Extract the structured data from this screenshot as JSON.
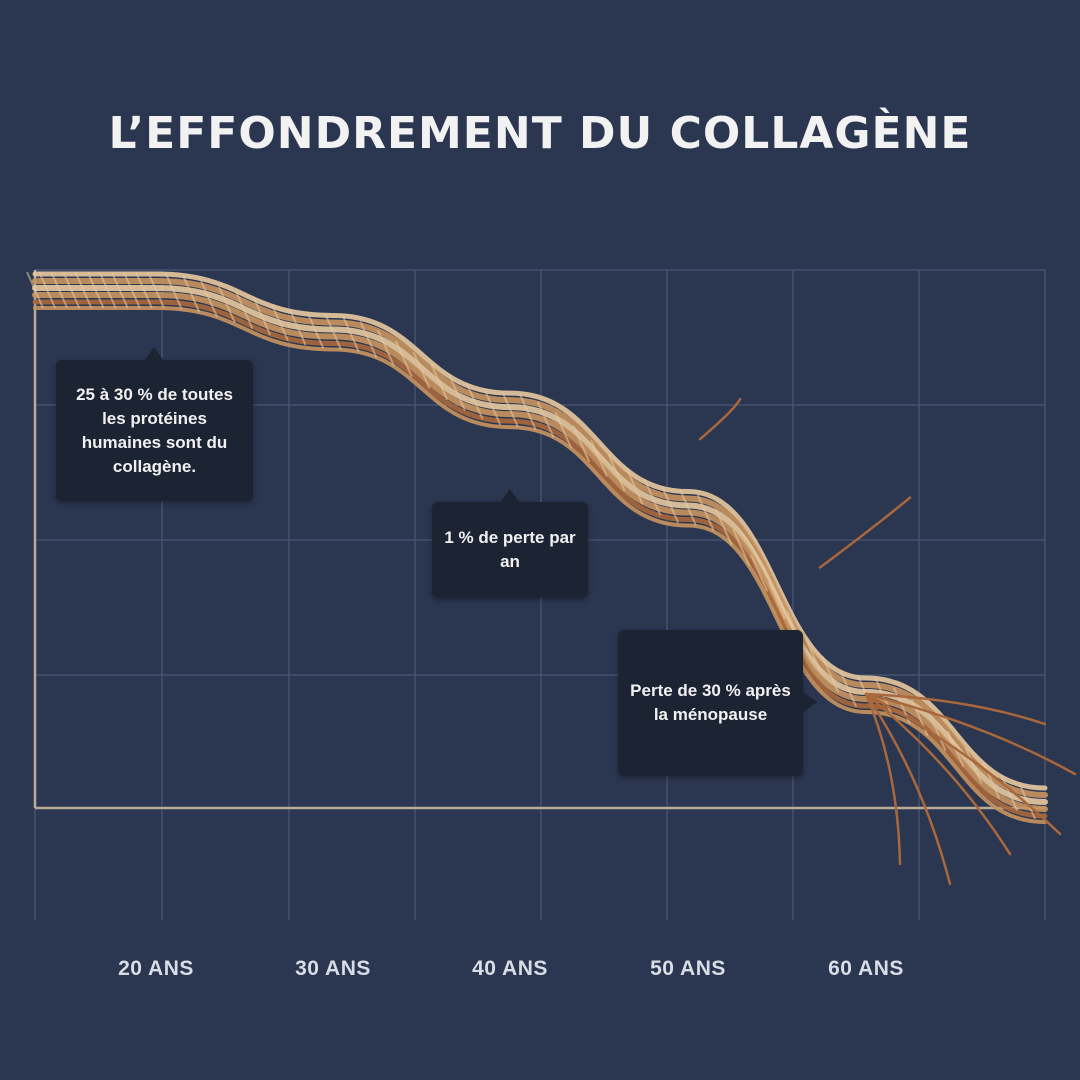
{
  "title": "L’EFFONDREMENT DU COLLAGÈNE",
  "chart_data": {
    "type": "line",
    "categories": [
      "20 ANS",
      "30 ANS",
      "40 ANS",
      "50 ANS",
      "60 ANS"
    ],
    "xlabel": "",
    "ylabel": "",
    "grid": true,
    "series": [
      {
        "x": [
          "20 ANS",
          "30 ANS",
          "40 ANS",
          "50 ANS",
          "60 ANS"
        ],
        "values": [
          100,
          92,
          77,
          58,
          22
        ]
      }
    ],
    "colors": {
      "background": "#2b3650",
      "grid": "#4a5876",
      "axis": "#b9ab98",
      "fiber_light": "#e8c9a0",
      "fiber_mid": "#c8935e",
      "fiber_dark": "#a9683c",
      "callout_bg": "#1c2333"
    },
    "annotations": [
      {
        "text": "25 à 30 % de toutes les protéines humaines sont du collagène.",
        "anchor": "20 ANS"
      },
      {
        "text": "1 % de perte par an",
        "anchor": "40 ANS"
      },
      {
        "text": "Perte de 30 % après la ménopause",
        "anchor": "60 ANS"
      }
    ]
  }
}
